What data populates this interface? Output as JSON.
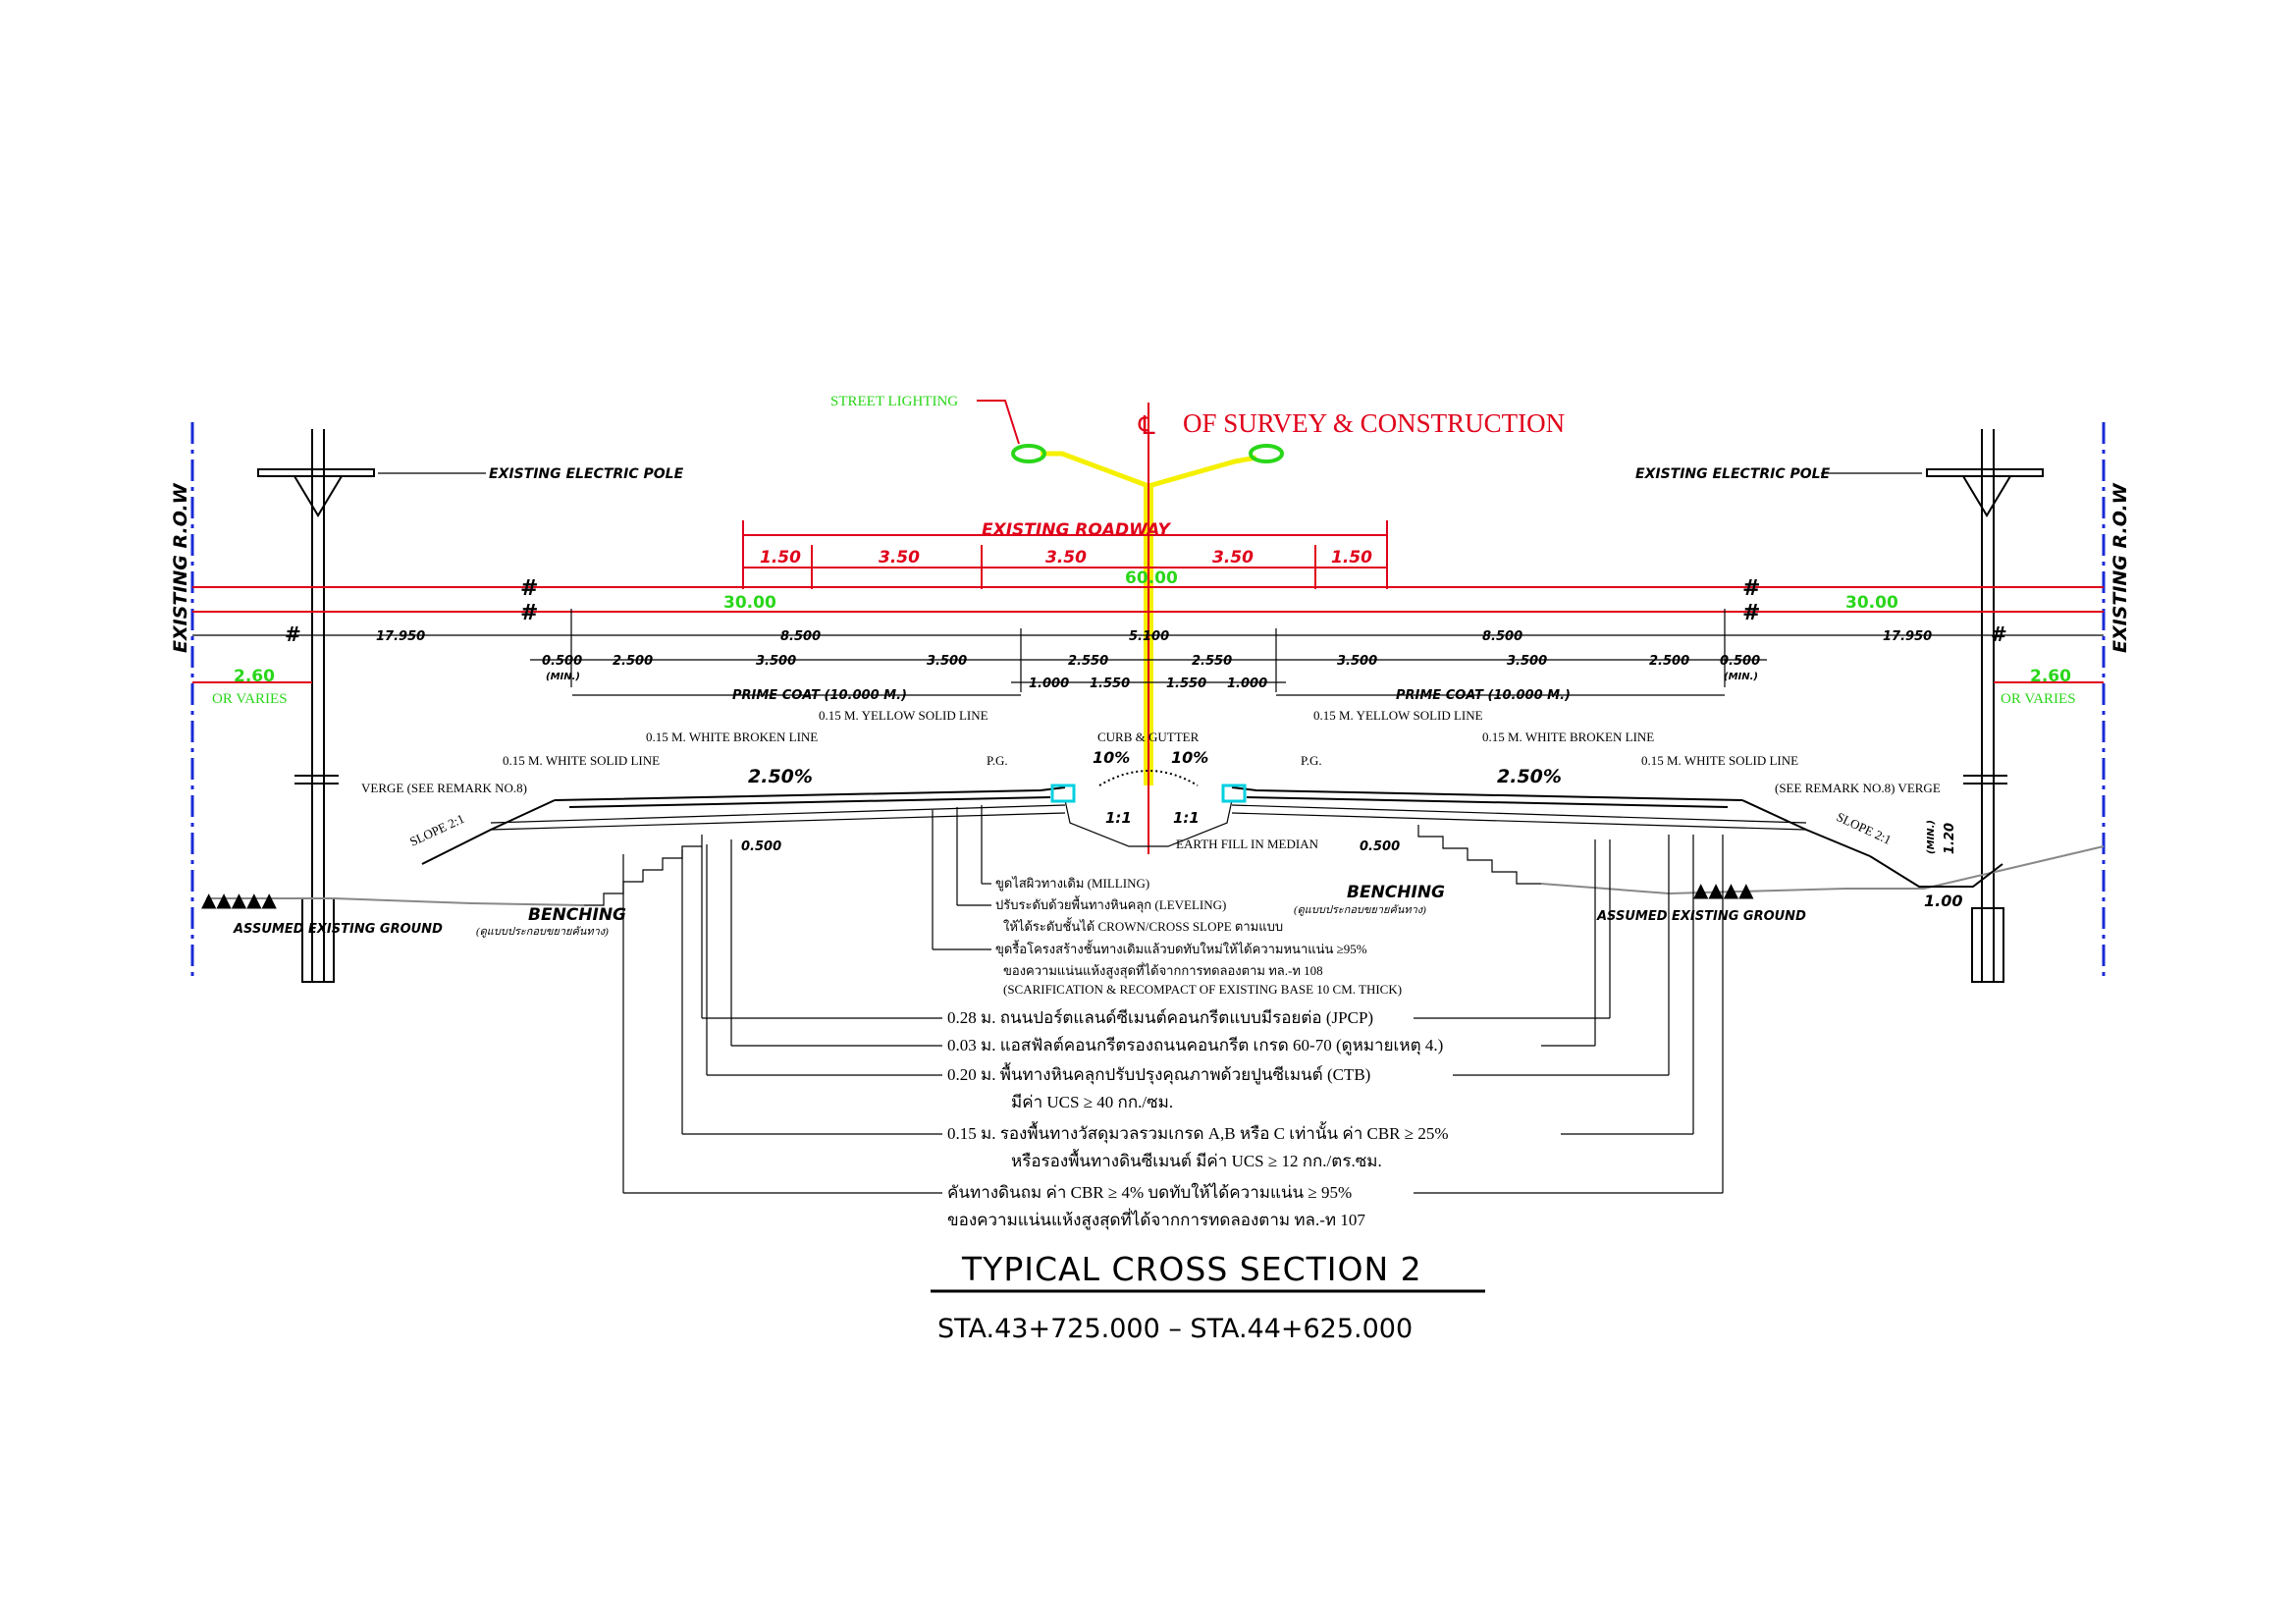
{
  "colors": {
    "red": "#e0001a",
    "green": "#2ad61a",
    "blue": "#1a2bd6",
    "yellow": "#f5f000",
    "cyan": "#00d0e0"
  },
  "header": {
    "centerline": "OF SURVEY & CONSTRUCTION",
    "street_lighting": "STREET LIGHTING",
    "existing_roadway": "EXISTING ROADWAY",
    "electric_pole_left": "EXISTING ELECTRIC POLE",
    "electric_pole_right": "EXISTING ELECTRIC POLE",
    "row_left": "EXISTING R.O.W",
    "row_right": "EXISTING R.O.W"
  },
  "dims": {
    "roadway_parts": [
      "1.50",
      "3.50",
      "3.50",
      "3.50",
      "1.50"
    ],
    "total_row": "60.00",
    "half_left": "30.00",
    "half_right": "30.00",
    "outer_left": "17.950",
    "outer_right": "17.950",
    "carriage_left": "8.500",
    "carriage_right": "8.500",
    "median": "5.100",
    "lane_row": [
      "0.500",
      "2.500",
      "3.500",
      "3.500",
      "2.550",
      "2.550",
      "3.500",
      "3.500",
      "2.500",
      "0.500"
    ],
    "min_label": "(MIN.)",
    "inner_row": [
      "1.000",
      "1.550",
      "1.550",
      "1.000"
    ],
    "prime_coat_left": "PRIME COAT (10.000 M.)",
    "prime_coat_right": "PRIME COAT (10.000 M.)",
    "offset_left": "2.60",
    "offset_right": "2.60",
    "or_varies_left": "OR VARIES",
    "or_varies_right": "OR VARIES"
  },
  "labels": {
    "yellow_left": "0.15 M. YELLOW SOLID LINE",
    "yellow_right": "0.15 M. YELLOW SOLID LINE",
    "white_broken_left": "0.15 M. WHITE BROKEN LINE",
    "white_broken_right": "0.15 M. WHITE BROKEN LINE",
    "white_solid_left": "0.15 M. WHITE SOLID LINE",
    "white_solid_right": "0.15 M. WHITE SOLID LINE",
    "curb": "CURB & GUTTER",
    "median_slope_l": "10%",
    "median_slope_r": "10%",
    "pg_left": "P.G.",
    "pg_right": "P.G.",
    "slope_left": "2.50%",
    "slope_right": "2.50%",
    "verge_left": "VERGE (SEE REMARK NO.8)",
    "verge_right": "(SEE REMARK NO.8) VERGE",
    "side_slope_left": "SLOPE 2:1",
    "side_slope_right": "SLOPE 2:1",
    "slope_1_1_left": "1:1",
    "slope_1_1_right": "1:1",
    "earth_fill": "EARTH FILL IN MEDIAN",
    "bench_dim_left": "0.500",
    "bench_dim_right": "0.500",
    "benching_left": "BENCHING",
    "benching_right": "BENCHING",
    "benching_note_left": "(ดูแบบประกอบขยายคันทาง)",
    "benching_note_right": "(ดูแบบประกอบขยายคันทาง)",
    "ground_left": "ASSUMED EXISTING GROUND",
    "ground_right": "ASSUMED EXISTING GROUND",
    "ditch_depth": "1.20",
    "ditch_min": "(MIN.)",
    "ditch_width": "1.00"
  },
  "notes_small": [
    "ขูดไสผิวทางเดิม (MILLING)",
    "ปรับระดับด้วยพื้นทางหินคลุก (LEVELING)",
    "ให้ได้ระดับชั้นได้ CROWN/CROSS SLOPE ตามแบบ",
    "ขุดรื้อโครงสร้างชั้นทางเดิมแล้วบดทับใหม่ให้ได้ความหนาแน่น ≥95%",
    "ของความแน่นแห้งสูงสุดที่ได้จากการทดลองตาม ทล.-ท 108",
    "(SCARIFICATION & RECOMPACT OF EXISTING BASE 10 CM. THICK)"
  ],
  "notes_main": [
    "0.28 ม. ถนนปอร์ตแลนด์ซีเมนต์คอนกรีตแบบมีรอยต่อ (JPCP)",
    "0.03 ม. แอสฟัลต์คอนกรีตรองถนนคอนกรีต เกรด 60-70 (ดูหมายเหตุ 4.)",
    "0.20 ม. พื้นทางหินคลุกปรับปรุงคุณภาพด้วยปูนซีเมนต์ (CTB)",
    "มีค่า UCS ≥ 40 กก./ซม.",
    "0.15 ม. รองพื้นทางวัสดุมวลรวมเกรด A,B หรือ C เท่านั้น ค่า CBR ≥ 25%",
    "หรือรองพื้นทางดินซีเมนต์ มีค่า UCS ≥ 12 กก./ตร.ซม.",
    "คันทางดินถม ค่า CBR ≥ 4% บดทับให้ได้ความแน่น ≥ 95%",
    "ของความแน่นแห้งสูงสุดที่ได้จากการทดลองตาม ทล.-ท 107"
  ],
  "title": "TYPICAL CROSS SECTION 2",
  "station": "STA.43+725.000  –  STA.44+625.000"
}
